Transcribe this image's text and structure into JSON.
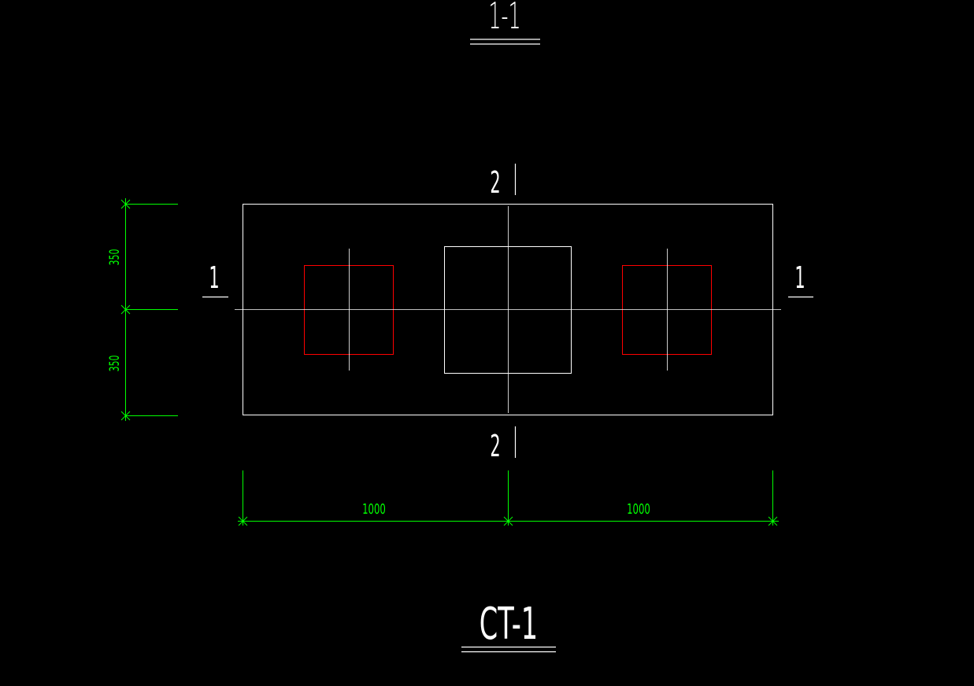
{
  "drawing": {
    "top_title": "1-1",
    "bottom_title": "CT-1",
    "section_marks": {
      "left": "1",
      "right": "1",
      "top": "2",
      "bottom": "2"
    },
    "dimensions": {
      "vertical_upper": "350",
      "vertical_lower": "350",
      "horizontal_left": "1000",
      "horizontal_right": "1000"
    },
    "colors": {
      "background": "#000000",
      "outline": "#ffffff",
      "pile": "#ff0000",
      "dimension": "#00ff00"
    }
  }
}
